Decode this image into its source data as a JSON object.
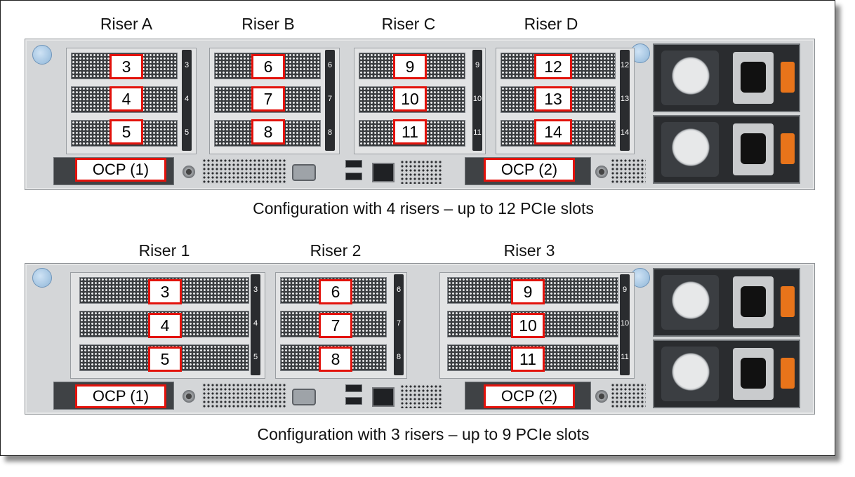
{
  "top_config": {
    "riser_labels": [
      "Riser A",
      "Riser B",
      "Riser C",
      "Riser D"
    ],
    "risers": [
      {
        "slots": [
          "3",
          "4",
          "5"
        ],
        "bracket_numbers": [
          "3",
          "4",
          "5"
        ]
      },
      {
        "slots": [
          "6",
          "7",
          "8"
        ],
        "bracket_numbers": [
          "6",
          "7",
          "8"
        ]
      },
      {
        "slots": [
          "9",
          "10",
          "11"
        ],
        "bracket_numbers": [
          "9",
          "10",
          "11"
        ]
      },
      {
        "slots": [
          "12",
          "13",
          "14"
        ],
        "bracket_numbers": [
          "12",
          "13",
          "14"
        ]
      }
    ],
    "ocp": [
      "OCP (1)",
      "OCP (2)"
    ],
    "caption": "Configuration with 4 risers – up to 12 PCIe slots"
  },
  "bottom_config": {
    "riser_labels": [
      "Riser 1",
      "Riser 2",
      "Riser 3"
    ],
    "risers": [
      {
        "slots": [
          "3",
          "4",
          "5"
        ],
        "bracket_numbers": [
          "3",
          "4",
          "5"
        ]
      },
      {
        "slots": [
          "6",
          "7",
          "8"
        ],
        "bracket_numbers": [
          "6",
          "7",
          "8"
        ]
      },
      {
        "slots": [
          "9",
          "10",
          "11"
        ],
        "bracket_numbers": [
          "9",
          "10",
          "11"
        ]
      }
    ],
    "ocp": [
      "OCP (1)",
      "OCP (2)"
    ],
    "caption": "Configuration with 3 risers – up to 9 PCIe slots"
  },
  "colors": {
    "label_border": "#e3120b",
    "psu_handle": "#e8741a",
    "thumbscrew": "#8fb6d8"
  }
}
